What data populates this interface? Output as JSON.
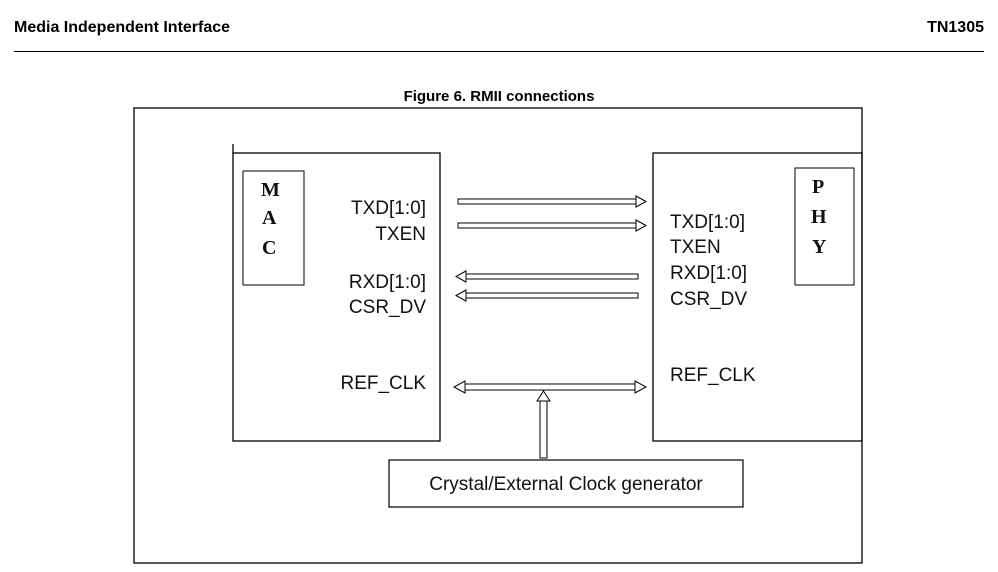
{
  "header": {
    "section_title": "Media Independent Interface",
    "doc_id": "TN1305"
  },
  "figure": {
    "title": "Figure 6. RMII connections",
    "mac": {
      "label_letters": [
        "M",
        "A",
        "C"
      ],
      "signals": {
        "txd": "TXD[1:0]",
        "txen": "TXEN",
        "rxd": "RXD[1:0]",
        "crs": "CSR_DV",
        "clk": "REF_CLK"
      }
    },
    "phy": {
      "label_letters": [
        "P",
        "H",
        "Y"
      ],
      "signals": {
        "txd": "TXD[1:0]",
        "txen": "TXEN",
        "rxd": "RXD[1:0]",
        "crs": "CSR_DV",
        "clk": "REF_CLK"
      }
    },
    "clock_generator": "Crystal/External Clock generator"
  }
}
